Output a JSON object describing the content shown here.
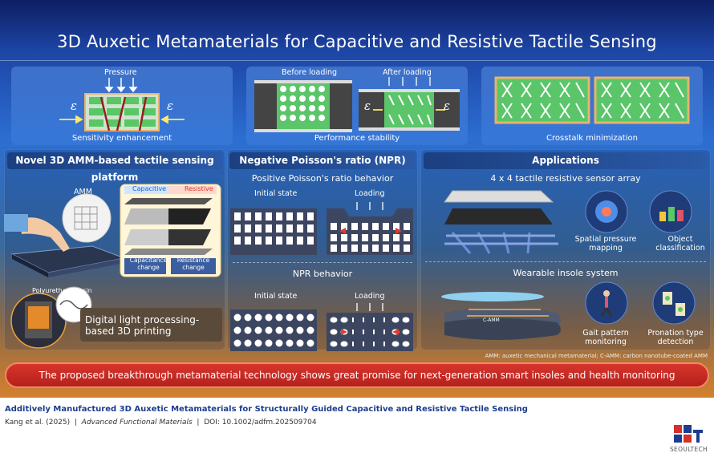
{
  "title": "3D Auxetic Metamaterials for Capacitive and Resistive Tactile Sensing",
  "top": {
    "pressure": "Pressure",
    "epsilon": "ε",
    "sensitivity": "Sensitivity enhancement",
    "before_loading": "Before loading",
    "after_loading": "After loading",
    "performance": "Performance stability",
    "crosstalk": "Crosstalk minimization"
  },
  "platform": {
    "heading": "Novel 3D AMM-based tactile sensing platform",
    "amm": "AMM",
    "capacitive": "Capacitive",
    "resistive": "Resistive",
    "capacitance_change": "Capacitance change",
    "resistance_change": "Resistance change",
    "resin": "Polyurethane resin",
    "dlp": "Digital light processing-based 3D printing"
  },
  "npr": {
    "heading": "Negative Poisson's ratio (NPR)",
    "positive": "Positive Poisson's ratio behavior",
    "initial1": "Initial state",
    "loading1": "Loading",
    "npr_behavior": "NPR behavior",
    "initial2": "Initial state",
    "loading2": "Loading"
  },
  "apps": {
    "heading": "Applications",
    "array": "4 x 4 tactile resistive sensor array",
    "spatial": "Spatial pressure mapping",
    "object": "Object classification",
    "insole": "Wearable insole system",
    "camm": "C-AMM",
    "gait": "Gait pattern monitoring",
    "pronation": "Pronation type detection"
  },
  "abbrev": "AMM: auxetic mechanical metamaterial; C-AMM: carbon nanotube-coated AMM",
  "banner": "The proposed breakthrough metamaterial technology shows great promise for next-generation smart insoles and health monitoring",
  "footer": {
    "article_title": "Additively Manufactured 3D Auxetic Metamaterials for Structurally Guided Capacitive and Resistive Tactile Sensing",
    "authors": "Kang et al. (2025)",
    "journal": "Advanced Functional Materials",
    "doi": "DOI: 10.1002/adfm.202509704",
    "logo": "SEOULTECH"
  },
  "colors": {
    "auxetic_green": "#58c764",
    "banner_red": "#c42a23",
    "heading_blue": "#1c3d8f"
  }
}
